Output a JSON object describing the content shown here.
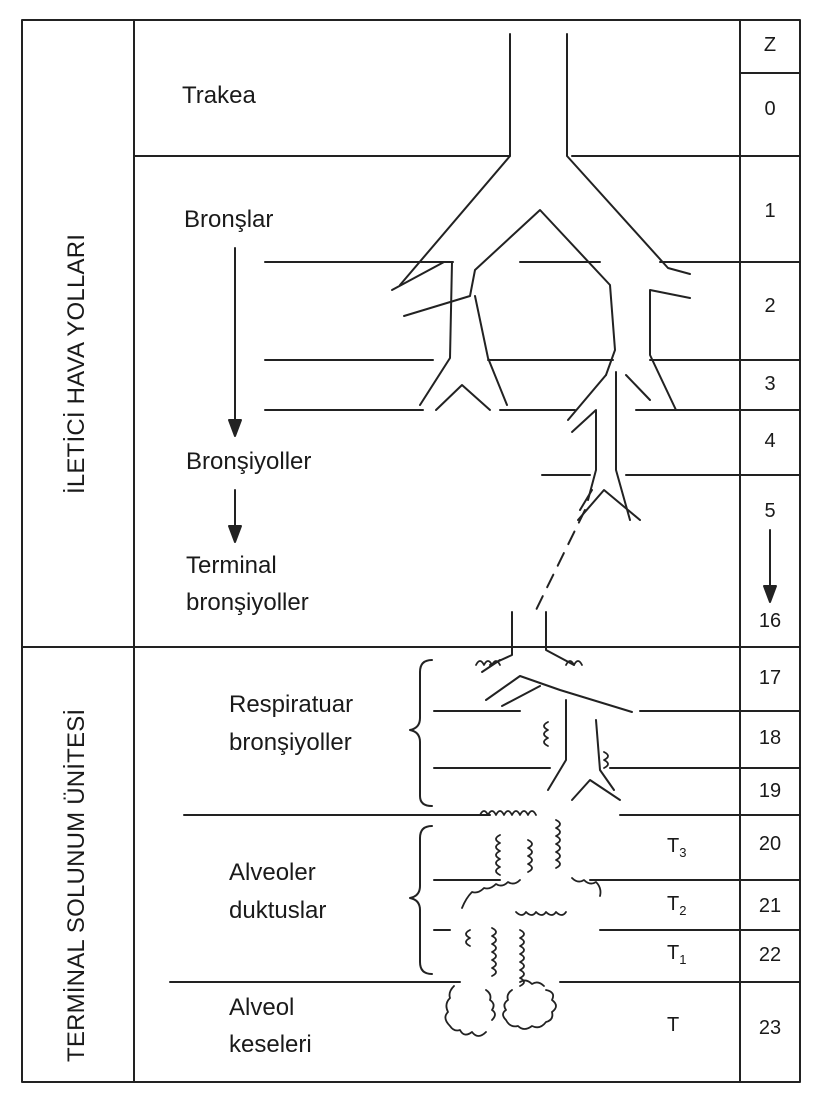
{
  "side_labels": {
    "conducting": "İLETİCİ HAVA YOLLARI",
    "respiratory": "TERMİNAL SOLUNUM ÜNİTESİ"
  },
  "airway_labels": {
    "trachea": "Trakea",
    "bronchi": "Bronşlar",
    "bronchioles": "Bronşiyoller",
    "terminal_bronchioles_line1": "Terminal",
    "terminal_bronchioles_line2": "bronşiyoller",
    "respiratory_bronchioles_line1": "Respiratuar",
    "respiratory_bronchioles_line2": "bronşiyoller",
    "alveolar_ducts_line1": "Alveoler",
    "alveolar_ducts_line2": "duktuslar",
    "alveolar_sacs_line1": "Alveol",
    "alveolar_sacs_line2": "keseleri"
  },
  "generation_column": {
    "header": "Z",
    "values": [
      "0",
      "1",
      "2",
      "3",
      "4",
      "5",
      "16",
      "17",
      "18",
      "19",
      "20",
      "21",
      "22",
      "23"
    ]
  },
  "transition_zone": {
    "t3": "T",
    "t3_sub": "3",
    "t2": "T",
    "t2_sub": "2",
    "t1": "T",
    "t1_sub": "1",
    "t": "T"
  }
}
